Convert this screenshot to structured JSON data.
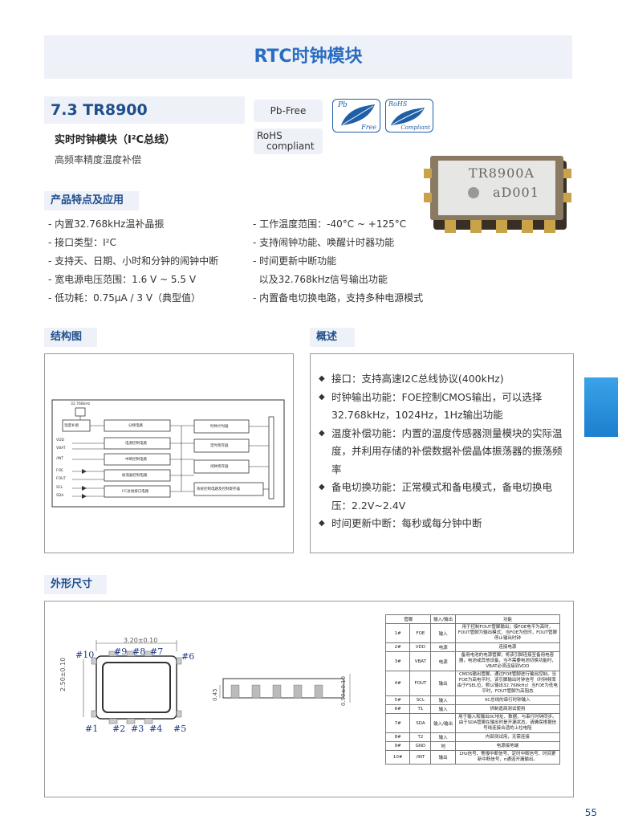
{
  "page": {
    "title": "RTC时钟模块",
    "page_number": "55"
  },
  "product": {
    "model": "7.3 TR8900",
    "subtitle": "实时时钟模块（I²C总线）",
    "description": "高频率精度温度补偿",
    "badges": {
      "pb_free": "Pb-Free",
      "rohs_line1": "RoHS",
      "rohs_line2": "compliant"
    },
    "logos": {
      "pb_top": "Pb",
      "pb_bottom": "Free",
      "rohs_top": "RoHS",
      "rohs_bottom": "Compliant"
    },
    "chip_marking": {
      "line1": "TR8900A",
      "line2": "aD001"
    }
  },
  "features": {
    "heading": "产品特点及应用",
    "left": [
      "- 内置32.768kHz温补晶振",
      "- 接口类型：I²C",
      "- 支持天、日期、小时和分钟的闹钟中断",
      "- 宽电源电压范围：1.6 V ~ 5.5 V",
      "- 低功耗：0.75μA / 3 V（典型值）"
    ],
    "right": [
      "- 工作温度范围：-40°C ~ +125°C",
      "- 支持闹钟功能、唤醒计时器功能",
      "- 时间更新中断功能",
      "  以及32.768kHz信号输出功能",
      "- 内置备电切换电路，支持多种电源模式"
    ]
  },
  "structure": {
    "heading": "结构图",
    "crystal": "32.768kHz",
    "blocks": [
      "温度补偿",
      "分频电路",
      "电源控制电路",
      "中断控制电路",
      "振荡器控制电路",
      "I²C总线接口电路",
      "时钟计时器",
      "定时寄存器",
      "闹钟寄存器",
      "系统控制电路及控制寄存器"
    ],
    "pins": [
      "VDD",
      "VBAT",
      "/INT",
      "FOE",
      "FOUT",
      "SCL",
      "SDA"
    ]
  },
  "overview": {
    "heading": "概述",
    "items": [
      "接口：支持高速I2C总线协议(400kHz)",
      "时钟输出功能：FOE控制CMOS输出，可以选择32.768kHz，1024Hz，1Hz输出功能",
      "温度补偿功能：内置的温度传感器测量模块的实际温度，并利用存储的补偿数据补偿晶体振荡器的振荡频率",
      "备电切换功能：正常模式和备电模式，备电切换电压：2.2V~2.4V",
      "时间更新中断：每秒或每分钟中断"
    ]
  },
  "dimensions": {
    "heading": "外形尺寸",
    "width": "3.20±0.10",
    "height": "2.50±0.10",
    "thickness": "0.90±0.10",
    "pad": "0.45",
    "top_pins": [
      "#10",
      "#9",
      "#8",
      "#7",
      "#6"
    ],
    "bottom_pins": [
      "#1",
      "#2",
      "#3",
      "#4",
      "#5"
    ]
  },
  "pin_table": {
    "headers": [
      "管脚",
      "",
      "输入/输出",
      "功能"
    ],
    "rows": [
      [
        "1#",
        "FOE",
        "输入",
        "用于控制FOUT管脚输出；接FOE电平为高时，FOUT管脚为输出模式；当FOE为低时，FOUT管脚停止输出时钟"
      ],
      [
        "2#",
        "VDD",
        "电源",
        "连接电源"
      ],
      [
        "3#",
        "VBAT",
        "电源",
        "备用电池的电源管脚；将该引脚连接至备用电容器，电池或其他设备，当不需要电池切换功能时，VBAT必须连接到VDD"
      ],
      [
        "4#",
        "FOUT",
        "输出",
        "CMOS输出管脚，通过FOE管脚进行输出控制。当FOE为高电平时，该引脚输出时钟信号（时钟频率由于FSEL位，默认输出32.768kHz）当FOE为低电平时，FOUT管脚为高阻态"
      ],
      [
        "5#",
        "SCL",
        "输入",
        "IIC总线的串行时钟输入"
      ],
      [
        "6#",
        "T1",
        "输入",
        "供制造商测试使用"
      ],
      [
        "7#",
        "SDA",
        "输入/输出",
        "用于输入和输出IIC地址、数据，与串行时钟同步。由于SDA管脚在输出时是开漏状态，请确保根据信号线连接合适的上拉电阻"
      ],
      [
        "8#",
        "T2",
        "输入",
        "内部测试用，无需连接"
      ],
      [
        "9#",
        "GND",
        "地",
        "电源接地端"
      ],
      [
        "10#",
        "/INT",
        "输出",
        "1Hz信号、警报中断信号、定时中断信号、时间更新中断信号，n通道开漏输出。"
      ]
    ]
  }
}
